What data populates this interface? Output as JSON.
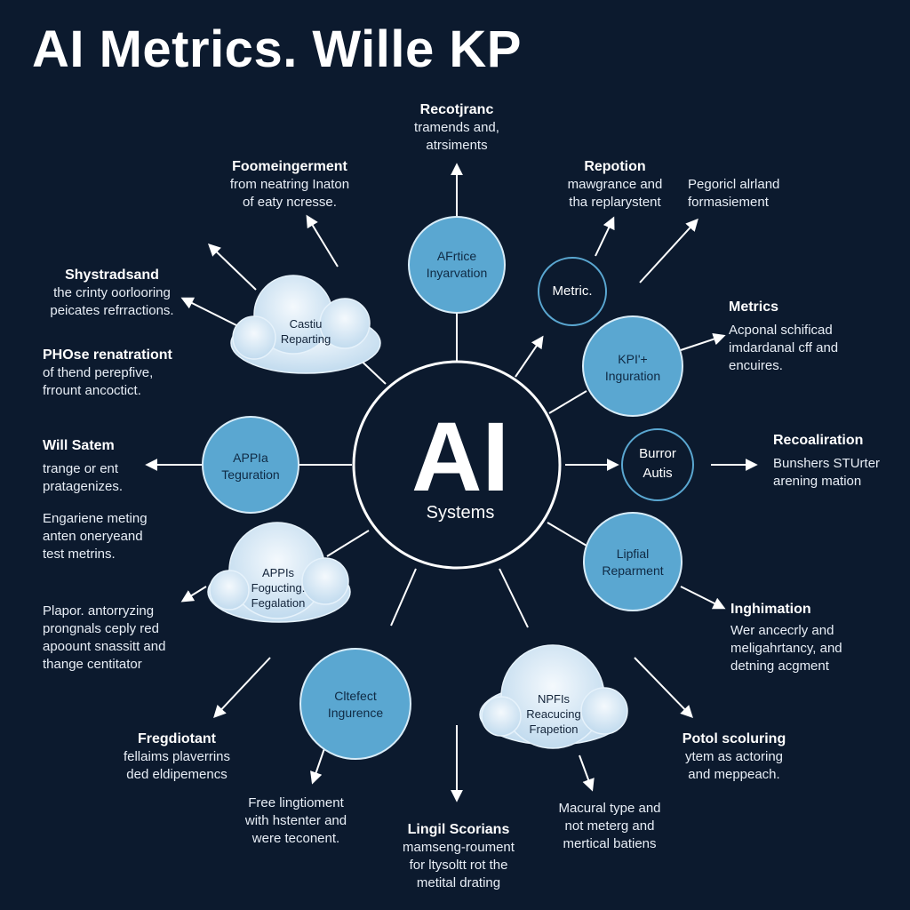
{
  "title": "AI Metrics. Wille KP",
  "center": {
    "main": "AI",
    "sub": "Systems"
  },
  "nodes": [
    {
      "id": "top",
      "kind": "blue",
      "lines": [
        "AFrtice",
        "Inyarvation"
      ]
    },
    {
      "id": "metric",
      "kind": "dark",
      "lines": [
        "Metric."
      ]
    },
    {
      "id": "kpi",
      "kind": "blue",
      "lines": [
        "KPI'+",
        "Inguration"
      ]
    },
    {
      "id": "burror",
      "kind": "dark",
      "lines": [
        "Burror",
        "Autis"
      ]
    },
    {
      "id": "lipfial",
      "kind": "blue",
      "lines": [
        "Lipfial",
        "Reparment"
      ]
    },
    {
      "id": "npfis",
      "kind": "cloud",
      "lines": [
        "NPFIs",
        "Reacucing",
        "Frapetion"
      ]
    },
    {
      "id": "cltefect",
      "kind": "blue",
      "lines": [
        "Cltefect",
        "Ingurence"
      ]
    },
    {
      "id": "appis2",
      "kind": "cloud",
      "lines": [
        "APPIs",
        "Fogucting.",
        "Fegalation"
      ]
    },
    {
      "id": "appis1",
      "kind": "blue",
      "lines": [
        "APPIa",
        "Teguration"
      ]
    },
    {
      "id": "castiu",
      "kind": "cloud",
      "lines": [
        "Castiu",
        "Reparting"
      ]
    }
  ],
  "labels": [
    {
      "id": "recotjranc",
      "heading": "Recotjranc",
      "lines": [
        "tramends and,",
        "atrsiments"
      ]
    },
    {
      "id": "foomeing",
      "heading": "Foomeingerment",
      "lines": [
        "from neatring Inaton",
        "of eaty ncresse."
      ]
    },
    {
      "id": "repotion",
      "heading": "Repotion",
      "lines": [
        "mawgrance and",
        "tha replarystent"
      ]
    },
    {
      "id": "pegoricl",
      "heading": "",
      "lines": [
        "Pegoricl alrland",
        "formasiement"
      ]
    },
    {
      "id": "shystradsand",
      "heading": "Shystradsand",
      "lines": [
        "the crinty oorlooring",
        "peicates refrractions."
      ]
    },
    {
      "id": "metrics",
      "heading": "Metrics",
      "lines": [
        "Acponal schificad",
        "imdardanal cff and",
        "encuires."
      ]
    },
    {
      "id": "phose",
      "heading": "PHOse renatrationt",
      "lines": [
        "of thend perepfive,",
        "frrount ancoctict."
      ]
    },
    {
      "id": "willsatem",
      "heading": "Will Satem",
      "lines": [
        "trange or ent",
        "pratagenizes."
      ]
    },
    {
      "id": "recoaliration",
      "heading": "Recoaliration",
      "lines": [
        "Bunshers STUrter",
        "arening mation"
      ]
    },
    {
      "id": "engariene",
      "heading": "",
      "lines": [
        "Engariene meting",
        "anten oneryeand",
        "test metrins."
      ]
    },
    {
      "id": "plapor",
      "heading": "",
      "lines": [
        "Plapor. antorryzing",
        "prongnals ceply red",
        "apoount snassitt and",
        "thange centitator"
      ]
    },
    {
      "id": "inghimation",
      "heading": "Inghimation",
      "lines": [
        "Wer ancecrly and",
        "meligahrtancy, and",
        "detning acgment"
      ]
    },
    {
      "id": "fregdiotant",
      "heading": "Fregdiotant",
      "lines": [
        "fellaims plaverrins",
        "ded eldipemencs"
      ]
    },
    {
      "id": "potol",
      "heading": "Potol scoluring",
      "lines": [
        "ytem as actoring",
        "and meppeach."
      ]
    },
    {
      "id": "freelingt",
      "heading": "",
      "lines": [
        "Free lingtioment",
        "with hstenter and",
        "were teconent."
      ]
    },
    {
      "id": "lingil",
      "heading": "Lingil Scorians",
      "lines": [
        "mamseng-roument",
        "for ltysoltt rot the",
        "metital drating"
      ]
    },
    {
      "id": "macural",
      "heading": "",
      "lines": [
        "Macural type and",
        "not meterg and",
        "mertical batiens"
      ]
    }
  ],
  "colors": {
    "background": "#0c1a2e",
    "node_blue": "#5aa7d1",
    "node_stroke": "#d8ecf8",
    "cloud": "#dcecf8",
    "line": "#ffffff"
  }
}
